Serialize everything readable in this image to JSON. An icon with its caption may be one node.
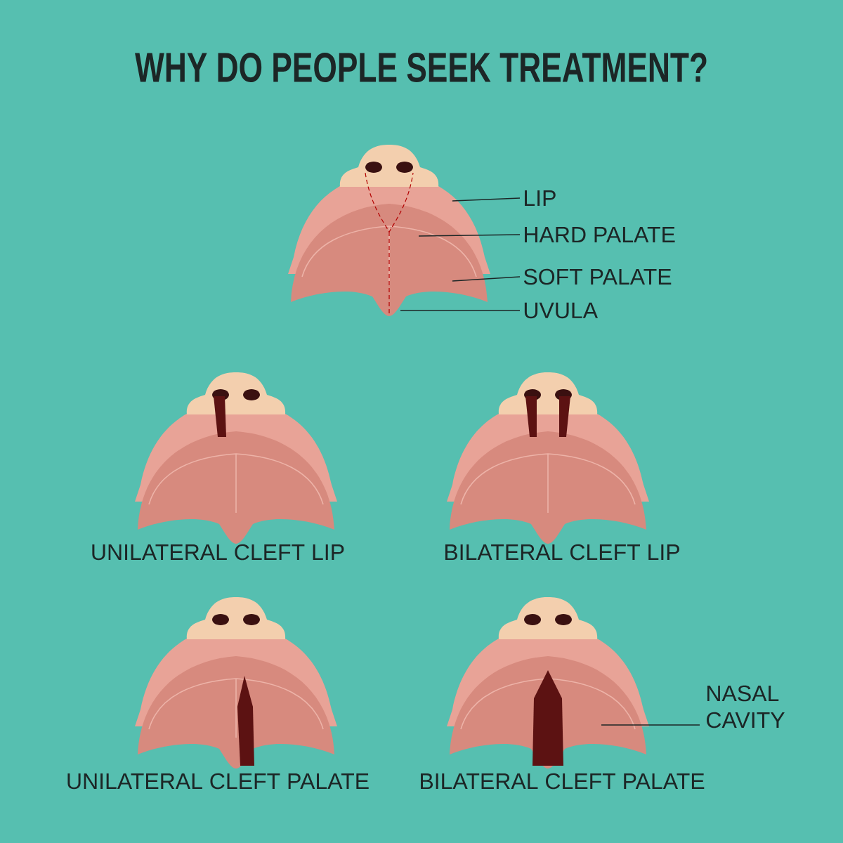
{
  "diagram": {
    "title": "WHY DO PEOPLE SEEK TREATMENT?",
    "nodes": [
      {
        "text": [
          "LIP"
        ]
      },
      {
        "text": [
          "HARD PALATE"
        ]
      },
      {
        "text": [
          "SOFT PALATE"
        ]
      },
      {
        "text": [
          "UVULA"
        ]
      },
      {
        "text": [
          "NASAL CAVITY"
        ]
      }
    ],
    "edges": [
      {
        "from": 0,
        "to": null,
        "arrow": "none"
      },
      {
        "from": 1,
        "to": null,
        "arrow": "none"
      },
      {
        "from": 2,
        "to": null,
        "arrow": "none"
      },
      {
        "from": 3,
        "to": null,
        "arrow": "none"
      },
      {
        "from": 4,
        "to": null,
        "arrow": "none"
      }
    ],
    "labels": [
      "UNILATERAL CLEFT LIP",
      "BILATERAL CLEFT LIP",
      "UNILATERAL CLEFT PALATE",
      "BILATERAL CLEFT PALATE"
    ]
  }
}
